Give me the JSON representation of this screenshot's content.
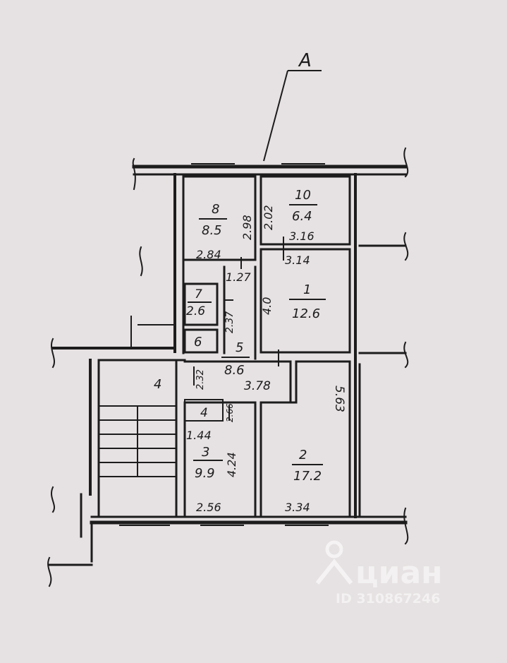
{
  "section_mark": "A",
  "rooms": [
    {
      "id": "r8",
      "number": "8",
      "area": "8.5"
    },
    {
      "id": "r10",
      "number": "10",
      "area": "6.4"
    },
    {
      "id": "r1",
      "number": "1",
      "area": "12.6"
    },
    {
      "id": "r7",
      "number": "7",
      "area": "2.6"
    },
    {
      "id": "r6",
      "number": "6",
      "area": ""
    },
    {
      "id": "r5",
      "number": "5",
      "area": "8.6"
    },
    {
      "id": "r4a",
      "number": "4",
      "area": ""
    },
    {
      "id": "r4b",
      "number": "4",
      "area": ""
    },
    {
      "id": "r3",
      "number": "3",
      "area": "9.9"
    },
    {
      "id": "r2",
      "number": "2",
      "area": "17.2"
    }
  ],
  "dimensions": [
    "2.98",
    "2.02",
    "3.16",
    "2.84",
    "3.14",
    "1.27",
    "4.0",
    "2.37",
    "3.78",
    "2.32",
    "5.63",
    "1.44",
    "2.66",
    "4.24",
    "2.56",
    "3.34"
  ],
  "watermark": {
    "brand": "циан",
    "id_label": "ID 310867246",
    "brand_color": "#ffffff"
  },
  "colors": {
    "paper": "#e6e1e2",
    "ink": "#1c1c1c"
  }
}
